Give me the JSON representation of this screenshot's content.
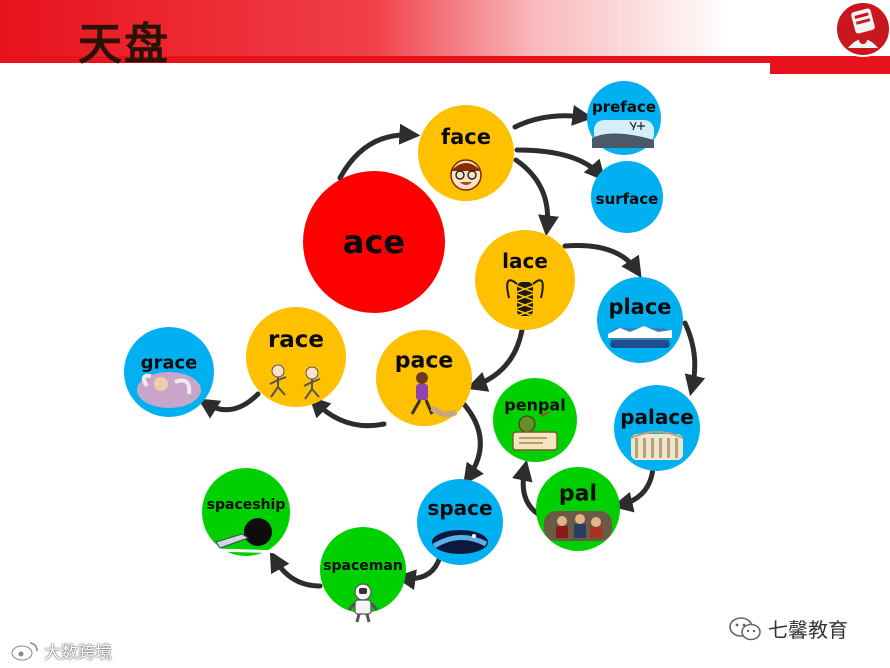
{
  "header": {
    "title": "天盘",
    "colors": {
      "red": "#e8121c",
      "pink": "#f6a8ab"
    },
    "logo_icon": "school-emblem-icon"
  },
  "nodes": [
    {
      "id": "ace",
      "label": "ace",
      "color": "#ff0000",
      "picture": ""
    },
    {
      "id": "face",
      "label": "face",
      "color": "#ffc000",
      "picture": "smiling-face-icon"
    },
    {
      "id": "preface",
      "label": "preface",
      "color": "#00b0f0",
      "picture": "book-preface-icon"
    },
    {
      "id": "surface",
      "label": "surface",
      "color": "#00b0f0",
      "picture": ""
    },
    {
      "id": "lace",
      "label": "lace",
      "color": "#ffc000",
      "picture": "shoelace-icon"
    },
    {
      "id": "place",
      "label": "place",
      "color": "#00b0f0",
      "picture": "seaside-town-icon"
    },
    {
      "id": "palace",
      "label": "palace",
      "color": "#00b0f0",
      "picture": "palace-hall-icon"
    },
    {
      "id": "pal",
      "label": "pal",
      "color": "#00d000",
      "picture": "friends-painting-icon"
    },
    {
      "id": "penpal",
      "label": "penpal",
      "color": "#00d000",
      "picture": "writing-letter-icon"
    },
    {
      "id": "pace",
      "label": "pace",
      "color": "#ffc000",
      "picture": "walking-person-icon"
    },
    {
      "id": "race",
      "label": "race",
      "color": "#ffc000",
      "picture": "running-race-icon"
    },
    {
      "id": "grace",
      "label": "grace",
      "color": "#00b0f0",
      "picture": "angel-painting-icon"
    },
    {
      "id": "space",
      "label": "space",
      "color": "#00b0f0",
      "picture": "earth-space-icon"
    },
    {
      "id": "spaceman",
      "label": "spaceman",
      "color": "#00d000",
      "picture": "astronaut-icon"
    },
    {
      "id": "spaceship",
      "label": "spaceship",
      "color": "#00d000",
      "picture": "spaceship-icon"
    }
  ],
  "edges": [
    {
      "from": "ace",
      "to": "face"
    },
    {
      "from": "face",
      "to": "preface"
    },
    {
      "from": "face",
      "to": "surface"
    },
    {
      "from": "face",
      "to": "lace"
    },
    {
      "from": "lace",
      "to": "place"
    },
    {
      "from": "lace",
      "to": "pace"
    },
    {
      "from": "place",
      "to": "palace"
    },
    {
      "from": "palace",
      "to": "pal"
    },
    {
      "from": "pal",
      "to": "penpal"
    },
    {
      "from": "pace",
      "to": "race"
    },
    {
      "from": "race",
      "to": "grace"
    },
    {
      "from": "pace",
      "to": "space"
    },
    {
      "from": "space",
      "to": "spaceman"
    },
    {
      "from": "spaceman",
      "to": "spaceship"
    }
  ],
  "watermarks": {
    "wechat": {
      "icon": "wechat-icon",
      "text": "七馨教育"
    },
    "bottom": {
      "icon": "weibo-icon",
      "text": "大数跨境"
    }
  }
}
